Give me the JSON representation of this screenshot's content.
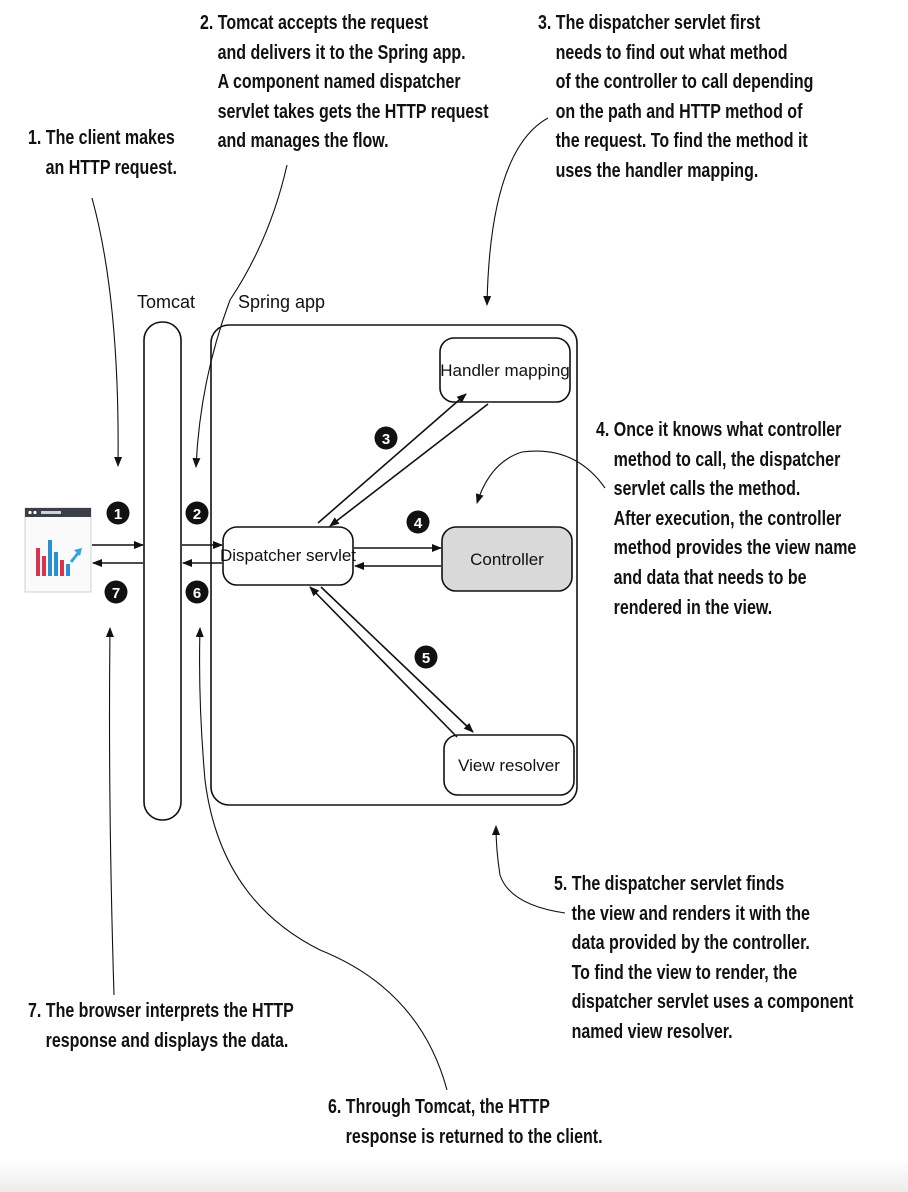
{
  "labels": {
    "tomcat": "Tomcat",
    "spring_app": "Spring app",
    "handler_mapping": "Handler mapping",
    "dispatcher_servlet": "Dispatcher servlet",
    "controller": "Controller",
    "view_resolver": "View resolver"
  },
  "steps": [
    "1",
    "2",
    "3",
    "4",
    "5",
    "6",
    "7"
  ],
  "notes": {
    "n1": [
      "1. The client makes",
      "an HTTP request."
    ],
    "n2": [
      "2. Tomcat accepts the request",
      "and delivers it to the Spring app.",
      "A component named dispatcher",
      "servlet takes gets the HTTP request",
      "and manages the flow."
    ],
    "n3": [
      "3. The dispatcher servlet first",
      "needs to find out what method",
      "of the controller to call depending",
      "on the path and HTTP method of",
      "the request. To find the method it",
      "uses the handler mapping."
    ],
    "n4": [
      "4. Once it knows what controller",
      "method to call, the dispatcher",
      "servlet calls the method.",
      "After execution, the controller",
      "method provides the view name",
      "and data that needs to be",
      "rendered in the view."
    ],
    "n5": [
      "5. The dispatcher servlet finds",
      "the view and renders it with the",
      "data provided by the controller.",
      "To find the view to render, the",
      "dispatcher servlet uses a component",
      "named view resolver."
    ],
    "n6": [
      "6. Through Tomcat, the HTTP",
      "response is returned to the client."
    ],
    "n7": [
      "7. The browser interprets the HTTP",
      "response and displays the data."
    ]
  },
  "colors": {
    "controller_fill": "#d9d9d9",
    "chart_bar_red": "#d9344c",
    "chart_bar_blue": "#2c8fd4",
    "chart_arrow": "#2ca6e0",
    "browser_bar": "#3a3f4a"
  },
  "icons": {
    "client": "browser-chart-icon"
  }
}
